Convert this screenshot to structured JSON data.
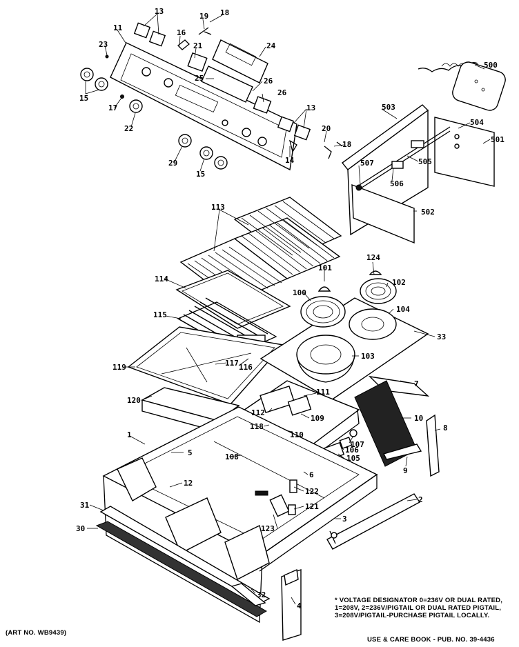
{
  "callouts": [
    {
      "id": "c-13a",
      "text": "13"
    },
    {
      "id": "c-19",
      "text": "19"
    },
    {
      "id": "c-18",
      "text": "18"
    },
    {
      "id": "c-11",
      "text": "11"
    },
    {
      "id": "c-16",
      "text": "16"
    },
    {
      "id": "c-23",
      "text": "23"
    },
    {
      "id": "c-21",
      "text": "21"
    },
    {
      "id": "c-24",
      "text": "24"
    },
    {
      "id": "c-500",
      "text": "500"
    },
    {
      "id": "c-25",
      "text": "25"
    },
    {
      "id": "c-26a",
      "text": "26"
    },
    {
      "id": "c-15a",
      "text": "15"
    },
    {
      "id": "c-17",
      "text": "17"
    },
    {
      "id": "c-26b",
      "text": "26"
    },
    {
      "id": "c-22",
      "text": "22"
    },
    {
      "id": "c-503",
      "text": "503"
    },
    {
      "id": "c-13b",
      "text": "13"
    },
    {
      "id": "c-504",
      "text": "504"
    },
    {
      "id": "c-20",
      "text": "20"
    },
    {
      "id": "c-501",
      "text": "501"
    },
    {
      "id": "c-18b",
      "text": "18"
    },
    {
      "id": "c-14",
      "text": "14"
    },
    {
      "id": "c-29",
      "text": "29"
    },
    {
      "id": "c-15b",
      "text": "15"
    },
    {
      "id": "c-507",
      "text": "507"
    },
    {
      "id": "c-505",
      "text": "505"
    },
    {
      "id": "c-506",
      "text": "506"
    },
    {
      "id": "c-502",
      "text": "502"
    },
    {
      "id": "c-113",
      "text": "113"
    },
    {
      "id": "c-124",
      "text": "124"
    },
    {
      "id": "c-101",
      "text": "101"
    },
    {
      "id": "c-102",
      "text": "102"
    },
    {
      "id": "c-114",
      "text": "114"
    },
    {
      "id": "c-100",
      "text": "100"
    },
    {
      "id": "c-104",
      "text": "104"
    },
    {
      "id": "c-115",
      "text": "115"
    },
    {
      "id": "c-33",
      "text": "33"
    },
    {
      "id": "c-119",
      "text": "119"
    },
    {
      "id": "c-117",
      "text": "117"
    },
    {
      "id": "c-116",
      "text": "116"
    },
    {
      "id": "c-103",
      "text": "103"
    },
    {
      "id": "c-7",
      "text": "7"
    },
    {
      "id": "c-111",
      "text": "111"
    },
    {
      "id": "c-120",
      "text": "120"
    },
    {
      "id": "c-112",
      "text": "112"
    },
    {
      "id": "c-109",
      "text": "109"
    },
    {
      "id": "c-10",
      "text": "10"
    },
    {
      "id": "c-118",
      "text": "118"
    },
    {
      "id": "c-110",
      "text": "110"
    },
    {
      "id": "c-8",
      "text": "8"
    },
    {
      "id": "c-1",
      "text": "1"
    },
    {
      "id": "c-107",
      "text": "107"
    },
    {
      "id": "c-5",
      "text": "5"
    },
    {
      "id": "c-108",
      "text": "108"
    },
    {
      "id": "c-106",
      "text": "106"
    },
    {
      "id": "c-105",
      "text": "105"
    },
    {
      "id": "c-9",
      "text": "9"
    },
    {
      "id": "c-6",
      "text": "6"
    },
    {
      "id": "c-12",
      "text": "12"
    },
    {
      "id": "c-122",
      "text": "122"
    },
    {
      "id": "c-2",
      "text": "2"
    },
    {
      "id": "c-31",
      "text": "31"
    },
    {
      "id": "c-121",
      "text": "121"
    },
    {
      "id": "c-3",
      "text": "3"
    },
    {
      "id": "c-30",
      "text": "30"
    },
    {
      "id": "c-123",
      "text": "123"
    },
    {
      "id": "c-32",
      "text": "32"
    },
    {
      "id": "c-4",
      "text": "4"
    }
  ],
  "notes": {
    "voltage_designator": "* VOLTAGE DESIGNATOR 0=236V OR DUAL RATED, 1=208V, 2=236V/PIGTAIL OR DUAL RATED PIGTAIL, 3=208V/PIGTAIL-PURCHASE PIGTAIL LOCALLY.",
    "art_no": "(ART NO. WB9439)",
    "pub_no": "USE & CARE BOOK - PUB. NO. 39-4436"
  }
}
